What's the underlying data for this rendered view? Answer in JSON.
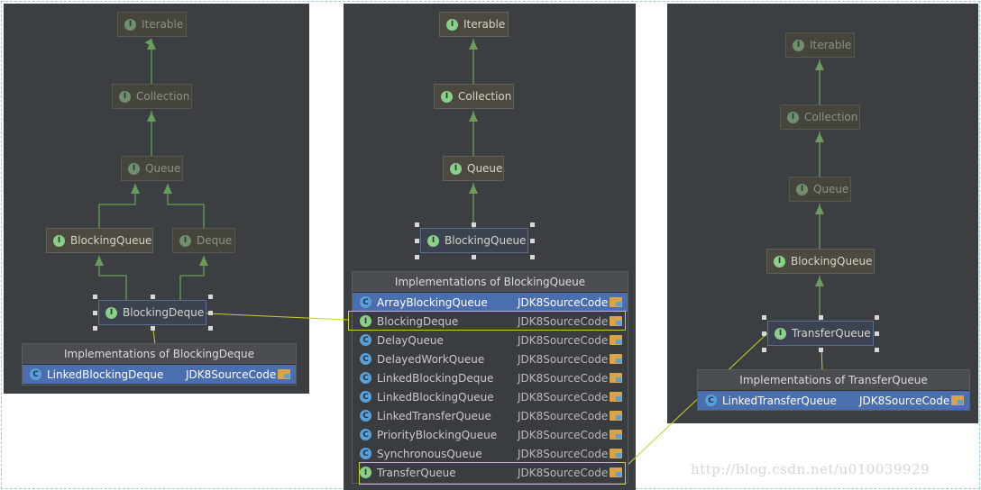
{
  "accent_colors": {
    "selection": "#4b6eaf",
    "edge": "#6a9c5a",
    "highlight": "#c9d22a",
    "interface_badge": "#8ad08a",
    "class_badge": "#5aa0d8"
  },
  "badges": {
    "interface": "I",
    "class": "C"
  },
  "left": {
    "nodes": {
      "iterable": "Iterable",
      "collection": "Collection",
      "queue": "Queue",
      "blocking_queue": "BlockingQueue",
      "deque": "Deque",
      "blocking_deque": "BlockingDeque"
    },
    "popup": {
      "title": "Implementations of BlockingDeque",
      "rows": [
        {
          "name": "LinkedBlockingDeque",
          "source": "JDK8SourceCode"
        }
      ]
    }
  },
  "middle": {
    "nodes": {
      "iterable": "Iterable",
      "collection": "Collection",
      "queue": "Queue",
      "blocking_queue": "BlockingQueue"
    },
    "popup": {
      "title": "Implementations of BlockingQueue",
      "rows": [
        {
          "name": "ArrayBlockingQueue",
          "source": "JDK8SourceCode",
          "kind": "class"
        },
        {
          "name": "BlockingDeque",
          "source": "JDK8SourceCode",
          "kind": "interface"
        },
        {
          "name": "DelayQueue",
          "source": "JDK8SourceCode",
          "kind": "class"
        },
        {
          "name": "DelayedWorkQueue",
          "source": "JDK8SourceCode",
          "kind": "class"
        },
        {
          "name": "LinkedBlockingDeque",
          "source": "JDK8SourceCode",
          "kind": "class"
        },
        {
          "name": "LinkedBlockingQueue",
          "source": "JDK8SourceCode",
          "kind": "class"
        },
        {
          "name": "LinkedTransferQueue",
          "source": "JDK8SourceCode",
          "kind": "class"
        },
        {
          "name": "PriorityBlockingQueue",
          "source": "JDK8SourceCode",
          "kind": "class"
        },
        {
          "name": "SynchronousQueue",
          "source": "JDK8SourceCode",
          "kind": "class"
        },
        {
          "name": "TransferQueue",
          "source": "JDK8SourceCode",
          "kind": "interface"
        }
      ]
    }
  },
  "right": {
    "nodes": {
      "iterable": "Iterable",
      "collection": "Collection",
      "queue": "Queue",
      "blocking_queue": "BlockingQueue",
      "transfer_queue": "TransferQueue"
    },
    "popup": {
      "title": "Implementations of TransferQueue",
      "rows": [
        {
          "name": "LinkedTransferQueue",
          "source": "JDK8SourceCode"
        }
      ]
    }
  },
  "watermark": "http://blog.csdn.net/u010039929"
}
